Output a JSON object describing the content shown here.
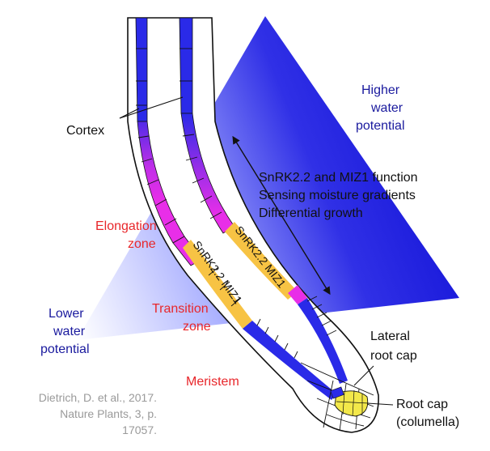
{
  "labels": {
    "cortex": "Cortex",
    "higher": [
      "Higher",
      "water",
      "potential"
    ],
    "lower": [
      "Lower",
      "water",
      "potential"
    ],
    "function_text": [
      "SnRK2.2 and MIZ1 function",
      "Sensing moisture gradients",
      "Differential growth"
    ],
    "elongation": [
      "Elongation",
      "zone"
    ],
    "transition": [
      "Transition",
      "zone"
    ],
    "meristem": "Meristem",
    "lateral_root_cap": [
      "Lateral",
      "root cap"
    ],
    "root_cap": [
      "Root cap",
      "(columella)"
    ],
    "gene_left": "SnRK2.2 MIZ1",
    "gene_right": "SnRK2.2 MIZ1"
  },
  "citation": [
    "Dietrich, D. et al., 2017.",
    "Nature Plants, 3, p.",
    "17057."
  ],
  "colors": {
    "triangle_blue": "#1f1fe0",
    "cortex_blue": "#2a2ae8",
    "cortex_magenta": "#e82ee8",
    "gene_yellow": "#f7c344",
    "cap_yellow": "#f3e84a",
    "zone_red": "#e8262a",
    "text_navy": "#1a1a9e",
    "citation_gray": "#9a9a9a"
  }
}
